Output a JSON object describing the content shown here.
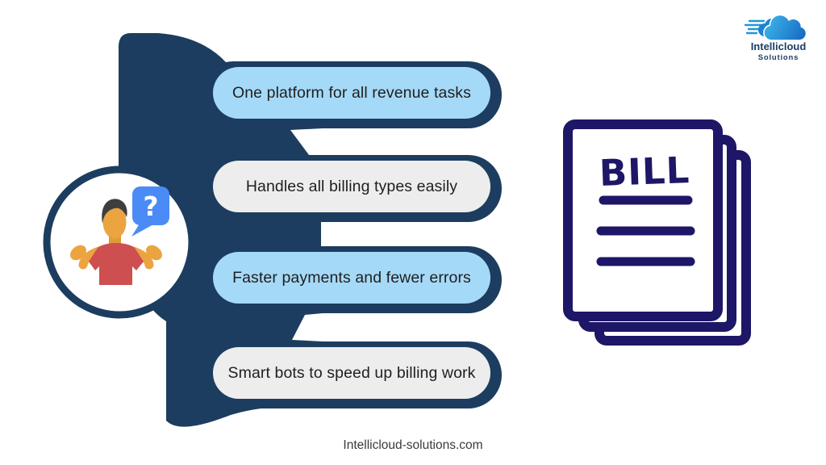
{
  "logo": {
    "brand": "Intellicloud",
    "sub": "Solutions"
  },
  "pills": [
    {
      "label": "One platform for all revenue tasks",
      "variant": "blue"
    },
    {
      "label": "Handles all billing types easily",
      "variant": "gray"
    },
    {
      "label": "Faster payments and fewer errors",
      "variant": "blue"
    },
    {
      "label": "Smart bots to speed up billing work",
      "variant": "gray"
    }
  ],
  "bill_icon": {
    "label": "BILL",
    "line_count": 3
  },
  "question_bubble": {
    "glyph": "?"
  },
  "footer": {
    "website": "Intellicloud-solutions.com"
  },
  "icons": {
    "logo_cloud": "cloud-with-speed-lines",
    "person": "shrugging-person",
    "question_bubble": "speech-bubble-question-mark",
    "bill_stack": "stacked-bill-documents"
  },
  "colors": {
    "navy": "#1C3D5F",
    "pill_blue": "#A5D9F8",
    "pill_gray": "#EDEDED",
    "bill_indigo": "#1E1666",
    "bubble_blue": "#4A8BF5",
    "shirt_red": "#CE4F50",
    "skin": "#EBA43F",
    "hair": "#3E3E40",
    "text_dark": "#1F1F1F",
    "logo_navy": "#1D3E66",
    "cloud_light": "#45C6F2",
    "cloud_dark": "#1565C0"
  }
}
